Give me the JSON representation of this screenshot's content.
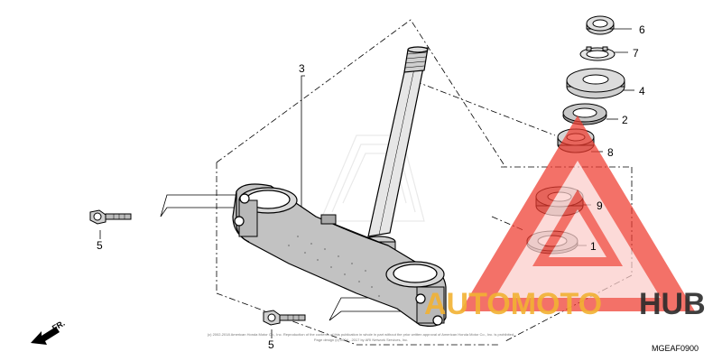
{
  "callouts": {
    "c1": "1",
    "c2": "2",
    "c3": "3",
    "c4": "4",
    "c5a": "5",
    "c5b": "5",
    "c6": "6",
    "c7": "7",
    "c8": "8",
    "c9": "9"
  },
  "direction_label": "FR.",
  "diagram_code": "MGEAF0900",
  "copyright_line1": "(c) 2002-2018 American Honda Motor Co., Inc. Reproduction of the contents of this publication in whole in part without the prior written approval of American Honda Motor Co., Inc. is prohibited.",
  "copyright_line2": "Page design (c) 2004 - 2017 by ARI Network Services, Inc.",
  "watermark": {
    "part1": "AUTOMOTO",
    "part2": "HUB",
    "color_main": "#ef3b2f",
    "color_hub": "#2b2b2b"
  },
  "colors": {
    "line": "#000000",
    "watermark_red": "#ef3b2f",
    "watermark_gold": "#f2b233"
  }
}
